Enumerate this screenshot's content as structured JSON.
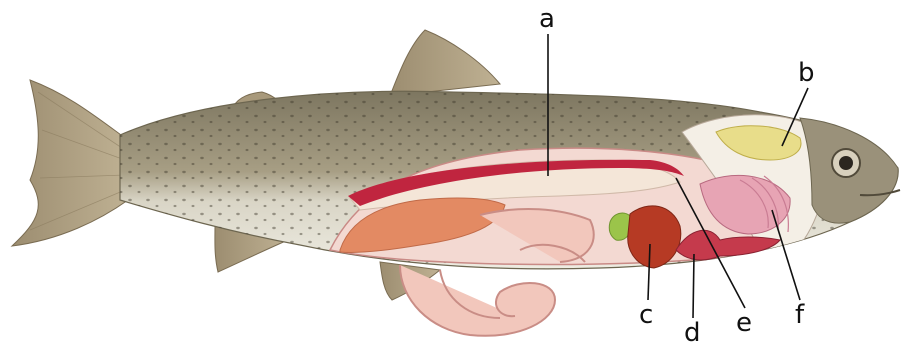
{
  "labels": {
    "a": "a",
    "b": "b",
    "c": "c",
    "d": "d",
    "e": "e",
    "f": "f"
  },
  "colors": {
    "skin_top": "#8c846c",
    "skin_belly": "#e9e6da",
    "fins": "#a99a7c",
    "spots": "#3c372a",
    "cavity": "#f3d9d2",
    "swim_bladder": "#f4e6d8",
    "kidney": "#c0253f",
    "gonad": "#e38a63",
    "intestine": "#f2c7bc",
    "liver": "#b63a24",
    "gallbladder": "#9bc44a",
    "spleen": "#c53a4c",
    "heart": "#e7a4b4",
    "gills": "#d98ea5",
    "brain": "#e8dd8a",
    "leader_line": "#111111"
  }
}
